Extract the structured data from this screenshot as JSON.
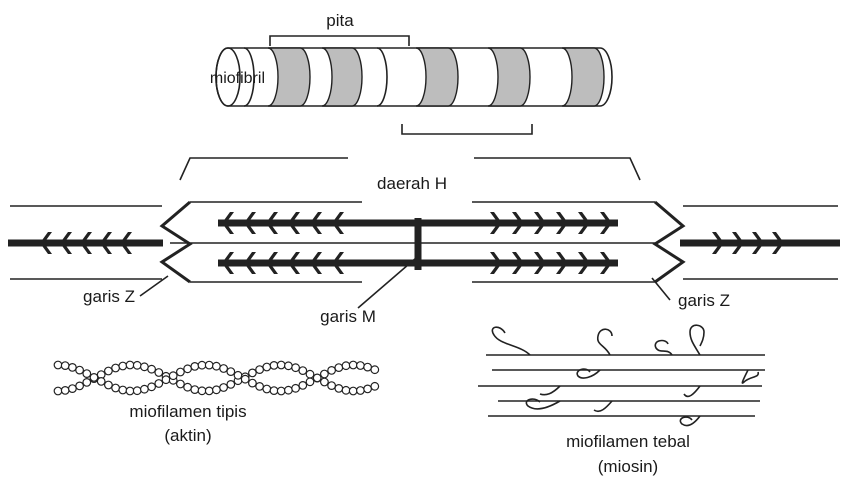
{
  "labels": {
    "pita": "pita",
    "miofibril": "miofibril",
    "daerah_h": "daerah H",
    "garis_z_left": "garis Z",
    "garis_m": "garis M",
    "garis_z_right": "garis Z",
    "thin_filament_line1": "miofilamen tipis",
    "thin_filament_line2": "(aktin)",
    "thick_filament_line1": "miofilamen tebal",
    "thick_filament_line2": "(miosin)"
  },
  "colors": {
    "stroke": "#222222",
    "band_fill": "#bdbdbd",
    "background": "#ffffff"
  }
}
